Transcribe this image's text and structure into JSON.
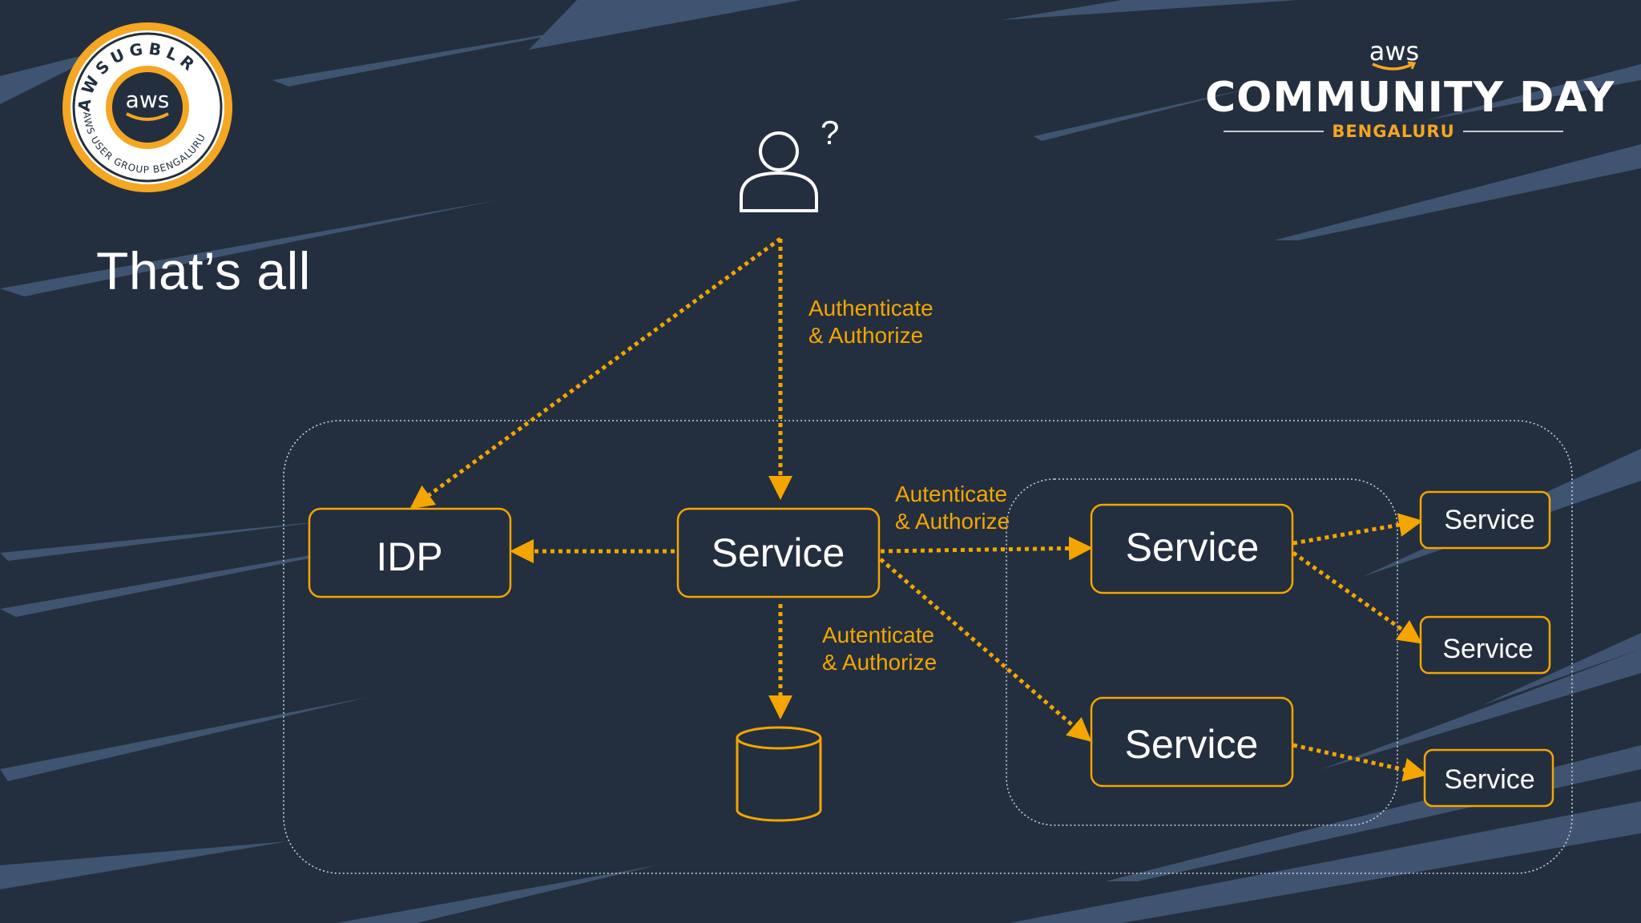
{
  "slide": {
    "title": "That’s all",
    "badge": {
      "aws": "aws",
      "top_arc": "AWSUGBLR",
      "bottom_arc": "AWS USER GROUP BENGALURU"
    },
    "brand": {
      "aws": "aws",
      "event": "COMMUNITY DAY",
      "city": "BENGALURU"
    }
  },
  "diagram": {
    "user_question": "?",
    "nodes": {
      "idp": "IDP",
      "gateway_service": "Service",
      "service_top": "Service",
      "service_bottom": "Service",
      "leaf_1": "Service",
      "leaf_2": "Service",
      "leaf_3": "Service"
    },
    "labels": {
      "user_auth_1": "Authenticate",
      "user_auth_2": "& Authorize",
      "service_auth_1": "Autenticate",
      "service_auth_2": "& Authorize",
      "db_auth_1": "Autenticate",
      "db_auth_2": "& Authorize"
    }
  },
  "colors": {
    "background": "#232f3e",
    "accent": "#f5a500",
    "text": "#ffffff",
    "stripe": "#4a6183"
  }
}
